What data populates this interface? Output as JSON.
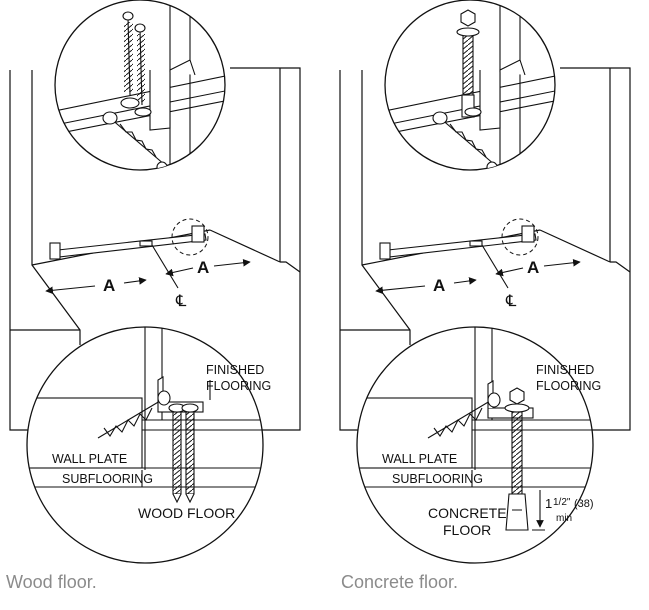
{
  "panels": [
    {
      "caption": "Wood floor.",
      "dim_label": "A",
      "centerline_symbol": "℄",
      "labels": {
        "finished_flooring_1": "FINISHED",
        "finished_flooring_2": "FLOORING",
        "wall_plate": "WALL PLATE",
        "subflooring": "SUBFLOORING",
        "floor_type_1": "WOOD FLOOR",
        "floor_type_2": ""
      }
    },
    {
      "caption": "Concrete floor.",
      "dim_label": "A",
      "centerline_symbol": "℄",
      "labels": {
        "finished_flooring_1": "FINISHED",
        "finished_flooring_2": "FLOORING",
        "wall_plate": "WALL PLATE",
        "subflooring": "SUBFLOORING",
        "floor_type_1": "CONCRETE",
        "floor_type_2": "FLOOR"
      },
      "min_depth": {
        "whole": "1",
        "fraction": "1/2\"",
        "metric": "(38)",
        "suffix": "min"
      }
    }
  ]
}
